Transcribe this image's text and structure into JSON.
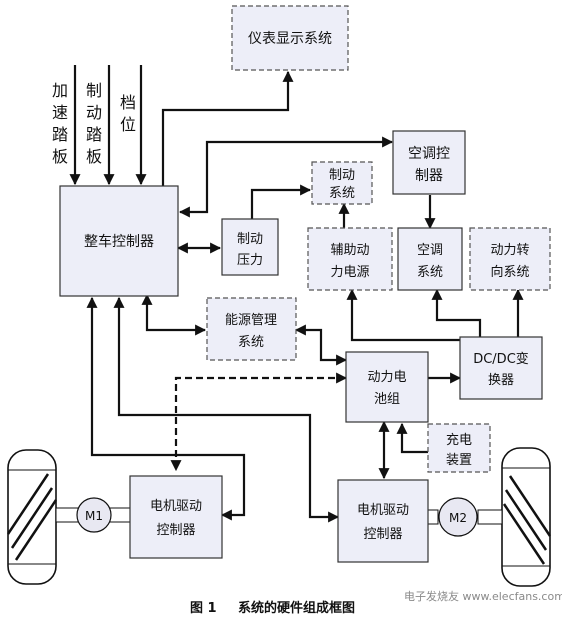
{
  "diagram": {
    "caption_number": "图 1",
    "caption_text": "系统的硬件组成框图",
    "watermark": "电子发烧友 www.elecfans.com",
    "inputs": {
      "accel": [
        "加",
        "速",
        "踏",
        "板"
      ],
      "brake": [
        "制",
        "动",
        "踏",
        "板"
      ],
      "gear": [
        "档",
        "位"
      ]
    },
    "nodes": {
      "instrument": [
        "仪表显示系统"
      ],
      "vcu": [
        "整车控制器"
      ],
      "ac_ctrl": [
        "空调控",
        "制器"
      ],
      "brake_sys": [
        "制动",
        "系统"
      ],
      "brake_pressure": [
        "制动",
        "压力"
      ],
      "aux_power": [
        "辅助动",
        "力电源"
      ],
      "ac_sys": [
        "空调",
        "系统"
      ],
      "steering": [
        "动力转",
        "向系统"
      ],
      "energy_mgmt": [
        "能源管理",
        "系统"
      ],
      "dcdc": [
        "DC/DC变",
        "换器"
      ],
      "battery": [
        "动力电",
        "池组"
      ],
      "charger": [
        "充电",
        "装置"
      ],
      "motor_ctrl_1": [
        "电机驱动",
        "控制器"
      ],
      "motor_ctrl_2": [
        "电机驱动",
        "控制器"
      ],
      "motor_1": "M1",
      "motor_2": "M2"
    }
  }
}
